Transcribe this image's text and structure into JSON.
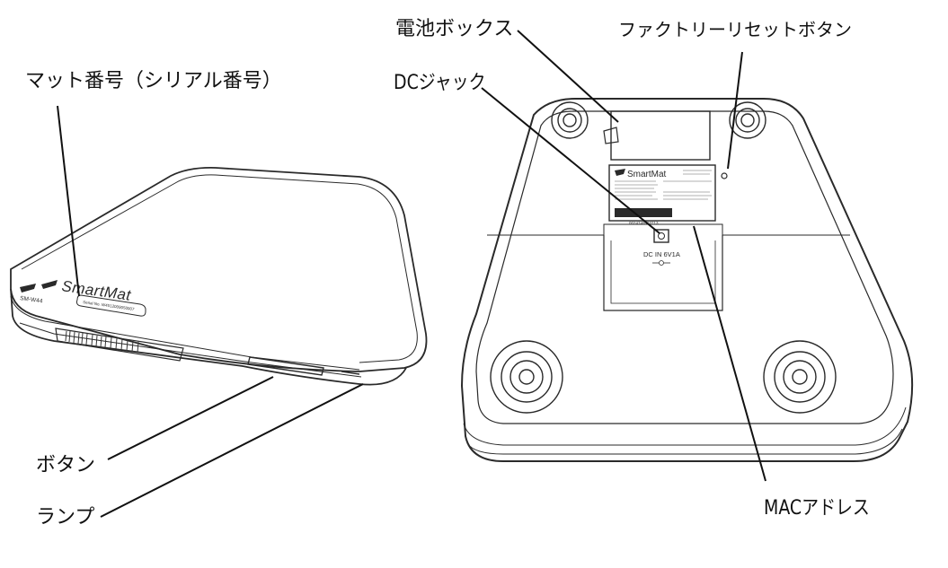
{
  "callouts": {
    "mat_number": "マット番号（シリアル番号）",
    "battery_box": "電池ボックス",
    "factory_reset": "ファクトリーリセットボタン",
    "dc_jack": "DCジャック",
    "button": "ボタン",
    "lamp": "ランプ",
    "mac_address": "MACアドレス"
  },
  "device": {
    "brand": "SmartMat",
    "model": "SM-W44",
    "serial_text": "Serial No. W4512009050007",
    "label_brand": "SmartMat",
    "dc_in": "DC IN  6V1A",
    "barcode_number": "0024749503713"
  },
  "colors": {
    "line": "#222222",
    "background": "#ffffff"
  }
}
